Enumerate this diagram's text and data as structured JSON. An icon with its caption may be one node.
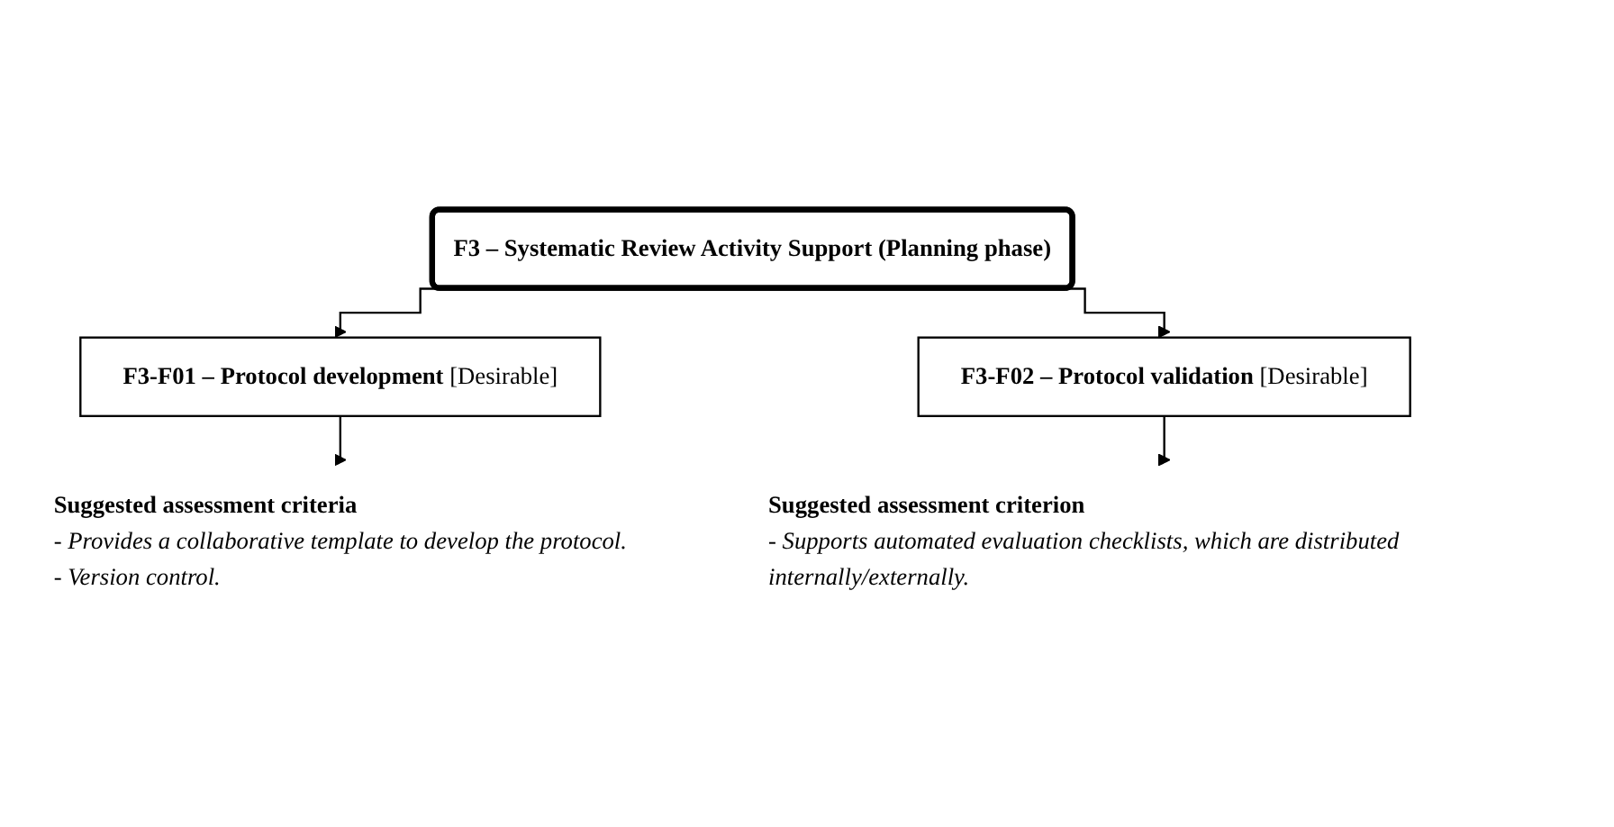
{
  "diagram": {
    "nodes": [
      {
        "text": [
          "F3 – Systematic Review Activity Support (Planning phase)"
        ]
      },
      {
        "text": [
          "**F3-F01 – Protocol development** [Desirable]"
        ]
      },
      {
        "text": [
          "Suggested assessment criteria",
          "- Provides a collaborative template to develop the protocol.",
          "- Version control."
        ]
      },
      {
        "text": [
          "**F3-F02 – Protocol validation** [Desirable]"
        ]
      },
      {
        "text": [
          "Suggested assessment criterion",
          "- Supports automated evaluation checklists, which are distributed internally/externally."
        ]
      }
    ],
    "edges": [
      {
        "from": 0,
        "to": 1,
        "arrow": "to"
      },
      {
        "from": 0,
        "to": 3,
        "arrow": "to"
      },
      {
        "from": 1,
        "to": 2,
        "arrow": "to"
      },
      {
        "from": 3,
        "to": 4,
        "arrow": "to"
      }
    ]
  }
}
